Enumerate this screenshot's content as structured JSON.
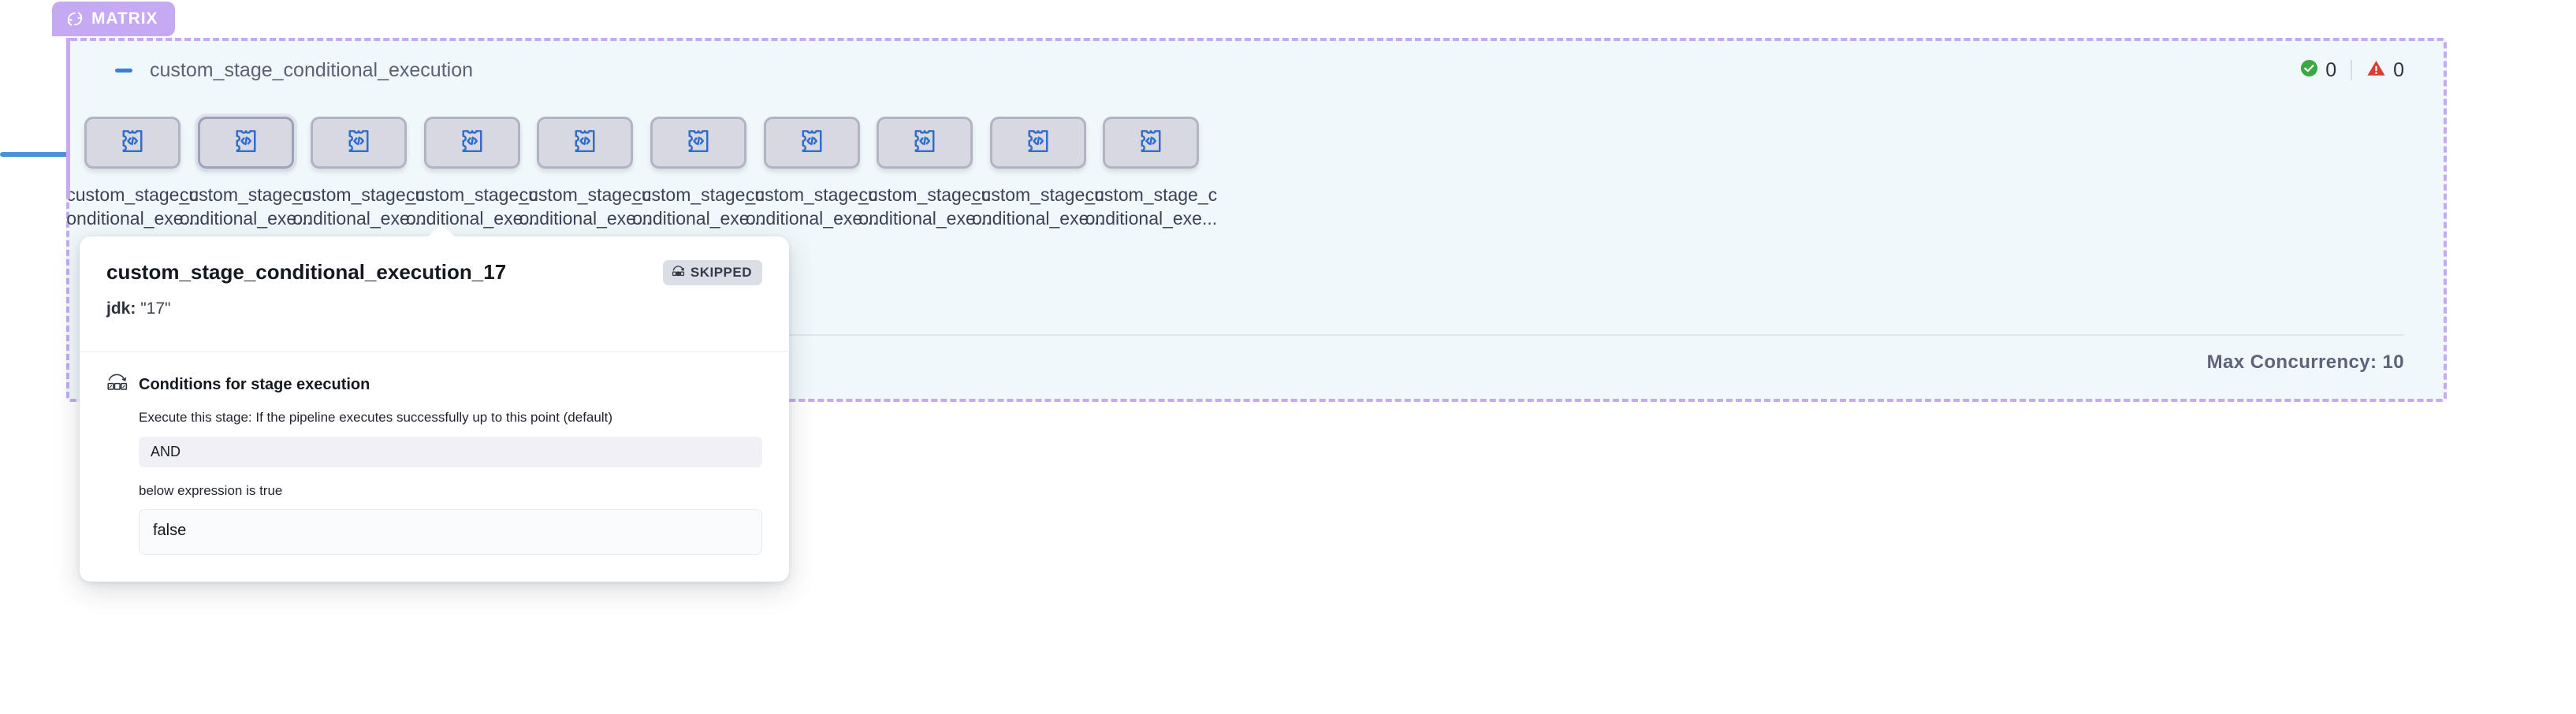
{
  "matrix": {
    "tab_label": "MATRIX",
    "tab_icon": "loop-refresh-icon",
    "title": "custom_stage_conditional_execution",
    "collapse_icon": "minus-collapse-icon",
    "max_concurrency_label": "Max Concurrency: 10",
    "counters": [
      {
        "icon": "check-circle-icon",
        "color": "#3aa843",
        "value": "0",
        "name": "success-count"
      },
      {
        "icon": "warning-triangle-icon",
        "color": "#e03b2f",
        "value": "0",
        "name": "failure-count"
      }
    ],
    "nodes": [
      {
        "label": "custom_stage_conditional_exe...",
        "icon": "custom-stage-code-icon",
        "badge": "</>",
        "selected": false
      },
      {
        "label": "custom_stage_conditional_exe...",
        "icon": "custom-stage-code-icon",
        "badge": "</>",
        "selected": true
      },
      {
        "label": "custom_stage_conditional_exe...",
        "icon": "custom-stage-code-icon",
        "badge": "</>",
        "selected": false
      },
      {
        "label": "custom_stage_conditional_exe...",
        "icon": "custom-stage-code-icon",
        "badge": "</>",
        "selected": false
      },
      {
        "label": "custom_stage_conditional_exe...",
        "icon": "custom-stage-code-icon",
        "badge": "</>",
        "selected": false
      },
      {
        "label": "custom_stage_conditional_exe...",
        "icon": "custom-stage-code-icon",
        "badge": "</>",
        "selected": false
      },
      {
        "label": "custom_stage_conditional_exe...",
        "icon": "custom-stage-code-icon",
        "badge": "</>",
        "selected": false
      },
      {
        "label": "custom_stage_conditional_exe...",
        "icon": "custom-stage-code-icon",
        "badge": "</>",
        "selected": false
      },
      {
        "label": "custom_stage_conditional_exe...",
        "icon": "custom-stage-code-icon",
        "badge": "</>",
        "selected": false
      },
      {
        "label": "custom_stage_conditional_exe...",
        "icon": "custom-stage-code-icon",
        "badge": "</>",
        "selected": false
      }
    ]
  },
  "tooltip": {
    "title": "custom_stage_conditional_execution_17",
    "status_badge": {
      "label": "SKIPPED",
      "icon": "skip-over-icon"
    },
    "matrix_key": "jdk:",
    "matrix_value": "\"17\"",
    "section": {
      "icon": "conditions-skip-icon",
      "title": "Conditions for stage execution",
      "description": "Execute this stage: If the pipeline executes successfully up to this point (default)",
      "operator": "AND",
      "expression_label": "below expression is true",
      "expression_value": "false"
    }
  },
  "colors": {
    "matrix_accent": "#c5a9f2",
    "group_background": "#f0f8fb",
    "edge_blue": "#4a8fdb",
    "node_fill": "#d8d8e2",
    "node_border": "#b2b4c4",
    "icon_blue": "#3b7fd4",
    "success_green": "#3aa843",
    "error_red": "#e03b2f"
  }
}
